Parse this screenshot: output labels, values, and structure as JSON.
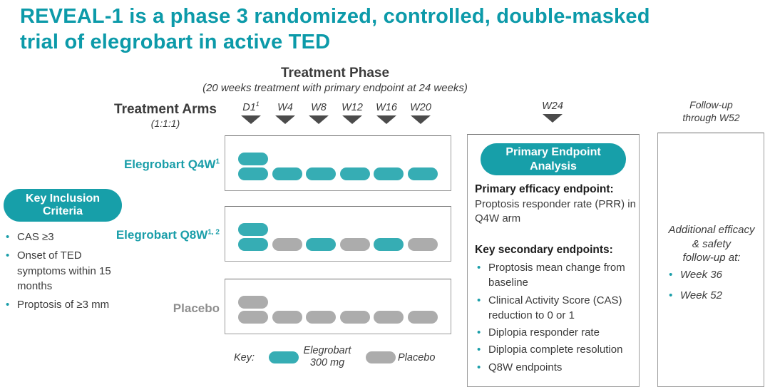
{
  "title": "REVEAL-1 is a phase 3 randomized, controlled, double-masked\ntrial of elegrobart in active TED",
  "phase": {
    "title": "Treatment Phase",
    "subtitle": "(20 weeks treatment with primary endpoint at 24 weeks)"
  },
  "arms_header": {
    "label": "Treatment Arms",
    "ratio": "(1:1:1)"
  },
  "timeline": {
    "points": [
      {
        "label": "D1",
        "sup": "1"
      },
      {
        "label": "W4",
        "sup": ""
      },
      {
        "label": "W8",
        "sup": ""
      },
      {
        "label": "W12",
        "sup": ""
      },
      {
        "label": "W16",
        "sup": ""
      },
      {
        "label": "W20",
        "sup": ""
      }
    ],
    "w24": {
      "label": "W24",
      "sup": ""
    },
    "followup_note": "Follow-up\nthrough W52"
  },
  "arms": [
    {
      "name": "Elegrobart Q4W",
      "sup": "1",
      "doses": [
        [
          "teal",
          "teal"
        ],
        [
          "teal"
        ],
        [
          "teal"
        ],
        [
          "teal"
        ],
        [
          "teal"
        ],
        [
          "teal"
        ]
      ]
    },
    {
      "name": "Elegrobart Q8W",
      "sup": "1, 2",
      "doses": [
        [
          "teal",
          "teal"
        ],
        [
          "gray"
        ],
        [
          "teal"
        ],
        [
          "gray"
        ],
        [
          "teal"
        ],
        [
          "gray"
        ]
      ]
    },
    {
      "name": "Placebo",
      "sup": "",
      "doses": [
        [
          "gray",
          "gray"
        ],
        [
          "gray"
        ],
        [
          "gray"
        ],
        [
          "gray"
        ],
        [
          "gray"
        ],
        [
          "gray"
        ]
      ]
    }
  ],
  "inclusion": {
    "header": "Key Inclusion\nCriteria",
    "bullets": [
      "CAS ≥3",
      "Onset of TED symptoms within 15 months",
      "Proptosis of ≥3 mm"
    ]
  },
  "primary_panel": {
    "header": "Primary Endpoint\nAnalysis",
    "primary_heading": "Primary efficacy endpoint:",
    "primary_body": "Proptosis responder rate (PRR) in Q4W arm",
    "secondary_heading": "Key secondary endpoints:",
    "secondary_bullets": [
      "Proptosis mean change from baseline",
      "Clinical Activity Score (CAS) reduction to 0 or 1",
      "Diplopia responder rate",
      "Diplopia complete resolution",
      "Q8W endpoints"
    ]
  },
  "followup_panel": {
    "intro": "Additional efficacy\n& safety\nfollow-up at:",
    "bullets": [
      "Week 36",
      "Week 52"
    ]
  },
  "legend": {
    "label": "Key:",
    "items": [
      {
        "swatch": "teal",
        "label": "Elegrobart\n300 mg"
      },
      {
        "swatch": "gray",
        "label": "Placebo"
      }
    ]
  },
  "colors": {
    "title_teal": "#0c9aa9",
    "pill_teal": "#36adb4",
    "header_pill_teal": "#179fa9",
    "pill_gray": "#acacac",
    "arm_label_teal": "#1a9ea9",
    "arm_label_gray": "#8e8e8e",
    "text_dark": "#3b3b3b",
    "triangle_gray": "#4b4b4b"
  }
}
